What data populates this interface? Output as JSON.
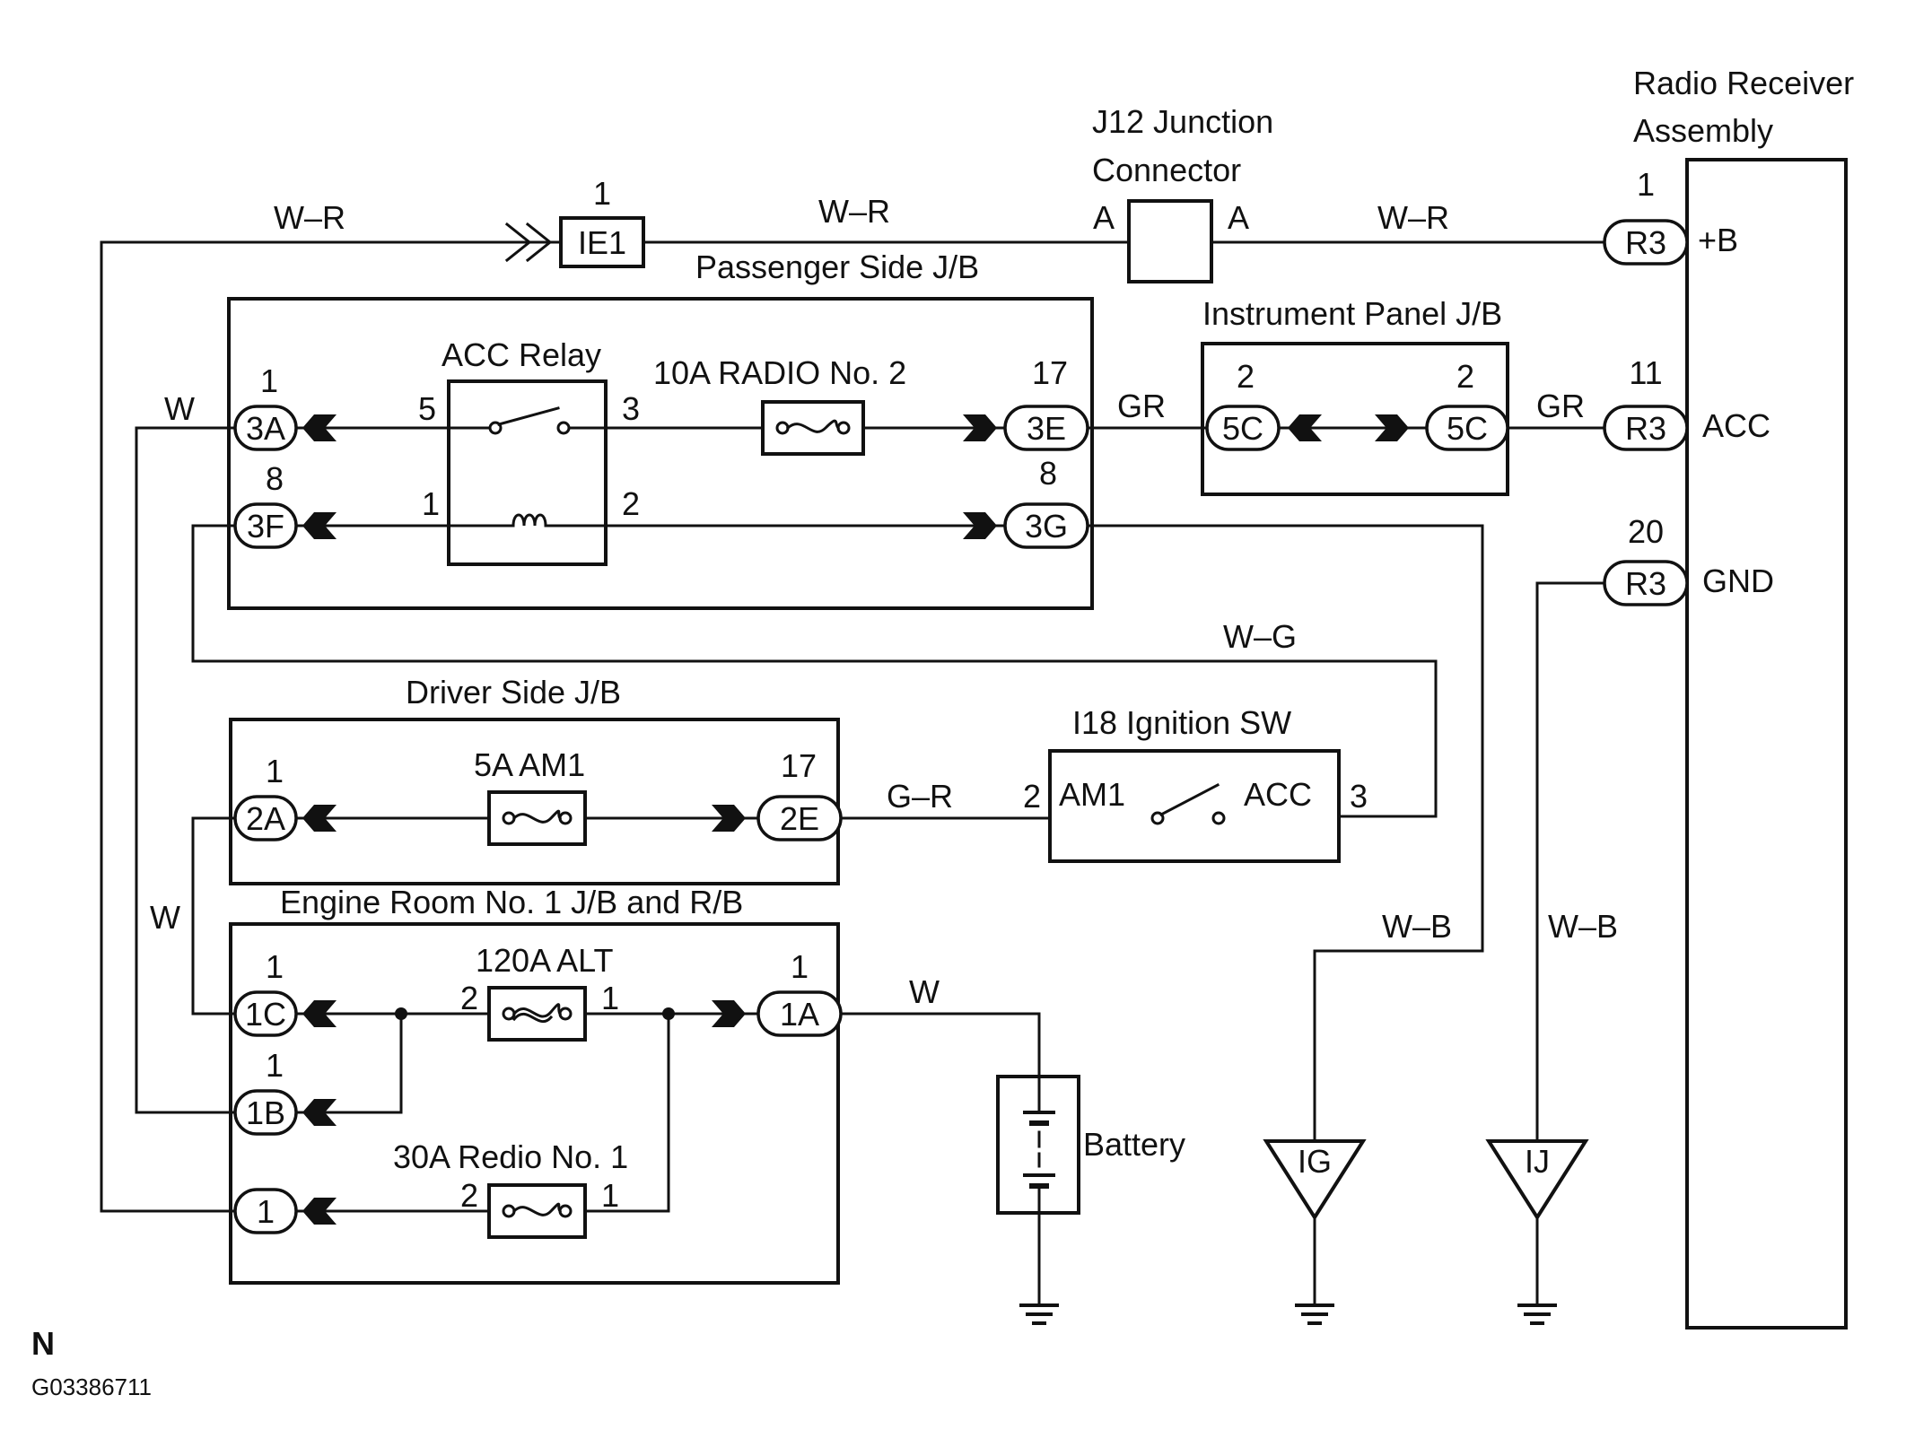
{
  "blocks": {
    "radio_receiver": {
      "title_line1": "Radio Receiver",
      "title_line2": "Assembly"
    },
    "j12_junction": {
      "title_line1": "J12 Junction",
      "title_line2": "Connector",
      "pin_left": "A",
      "pin_right": "A"
    },
    "passenger_jb": {
      "title": "Passenger Side J/B"
    },
    "instrument_jb": {
      "title": "Instrument Panel J/B"
    },
    "acc_relay": {
      "title": "ACC Relay"
    },
    "driver_jb": {
      "title": "Driver Side J/B"
    },
    "engine_room_jb": {
      "title": "Engine Room No. 1 J/B and R/B"
    },
    "ignition_sw": {
      "title": "I18 Ignition SW",
      "left_label": "AM1",
      "right_label": "ACC"
    },
    "battery": {
      "title": "Battery"
    }
  },
  "terminals": {
    "plus_b": "+B",
    "acc": "ACC",
    "gnd": "GND"
  },
  "fuses": {
    "radio2": "10A RADIO No. 2",
    "am1": "5A AM1",
    "alt": "120A ALT",
    "radio1": "30A Redio No. 1"
  },
  "connectors": {
    "ie1": "IE1",
    "r3_b": "R3",
    "r3_acc": "R3",
    "r3_gnd": "R3",
    "c3a": "3A",
    "c3f": "3F",
    "c3e": "3E",
    "c3g": "3G",
    "c5c_left": "5C",
    "c5c_right": "5C",
    "c2a": "2A",
    "c2e": "2E",
    "c1c": "1C",
    "c1b": "1B",
    "c1": "1",
    "c1a": "1A"
  },
  "pins": {
    "ie1": "1",
    "r3_b": "1",
    "r3_acc": "11",
    "r3_gnd": "20",
    "c3a": "1",
    "c3f": "8",
    "c3e": "17",
    "c3g": "8",
    "c5c_left": "2",
    "c5c_right": "2",
    "relay_5": "5",
    "relay_3": "3",
    "relay_1": "1",
    "relay_2": "2",
    "c2a": "1",
    "c2e": "17",
    "ign_2": "2",
    "ign_3": "3",
    "c1c": "1",
    "c1b": "1",
    "c1a": "1",
    "alt_2": "2",
    "alt_1": "1",
    "radio1_2": "2",
    "radio1_1": "1"
  },
  "wires": {
    "wr_left": "W–R",
    "wr_mid": "W–R",
    "wr_right": "W–R",
    "w_3a": "W",
    "gr_left": "GR",
    "gr_right": "GR",
    "wg": "W–G",
    "gr_ign": "G–R",
    "w_left": "W",
    "w_battery": "W",
    "wb_ig": "W–B",
    "wb_ij": "W–B"
  },
  "grounds": {
    "ig": "IG",
    "ij": "IJ"
  },
  "footer": {
    "code1": "N",
    "code2": "G03386711"
  }
}
